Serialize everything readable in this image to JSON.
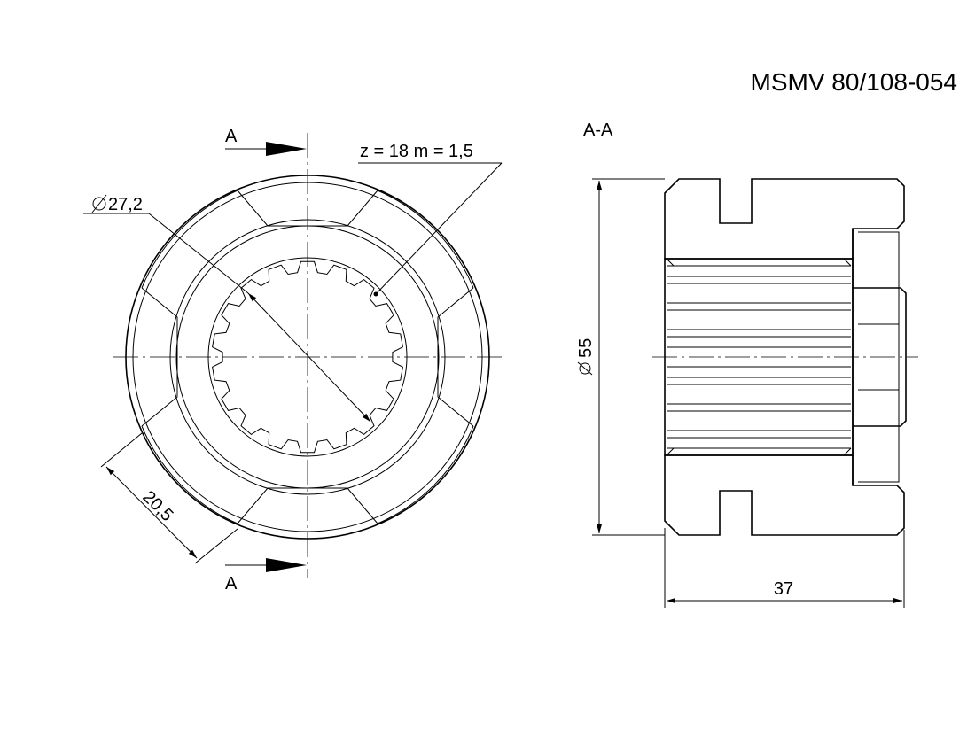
{
  "title": "MSMV 80/108-054",
  "front_view": {
    "section_mark_top": "A",
    "section_mark_bottom": "A",
    "gear_spec": "z = 18  m = 1,5",
    "bore_diameter": "27,2",
    "slot_width": "20,5"
  },
  "section_view": {
    "label": "A-A",
    "outer_diameter": "55",
    "length": "37"
  }
}
